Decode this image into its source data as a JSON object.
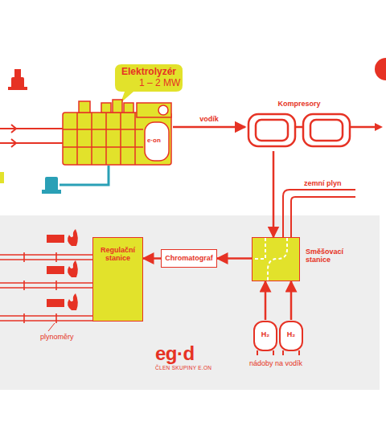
{
  "diagram": {
    "nodes": [
      {
        "text": [
          "Elektrolyzér",
          "1 – 2 MW"
        ]
      },
      {
        "text": [
          "e·on"
        ]
      },
      {
        "text": [
          "Kompresory"
        ]
      },
      {
        "text": [
          "eg·d",
          "ČLEN SKUPINY E.ON"
        ]
      },
      {
        "text": [
          "Regulační stanice"
        ],
        "in": 3
      },
      {
        "text": [
          "Chromatograf"
        ],
        "in": 3
      },
      {
        "text": [
          "Směšovací stanice"
        ],
        "in": 3
      },
      {
        "text": [
          "H₂"
        ],
        "in": 3
      },
      {
        "text": [
          "H₂"
        ],
        "in": 3
      }
    ],
    "edges": [
      {
        "from": 1,
        "to": 2,
        "arrow": "to",
        "label": "vodík"
      },
      {
        "from": 2,
        "to": 6,
        "arrow": "to"
      },
      {
        "from": 6,
        "to": 5,
        "arrow": "to"
      },
      {
        "from": 5,
        "to": 4,
        "arrow": "to"
      },
      {
        "from": 7,
        "to": 6,
        "arrow": "to"
      },
      {
        "from": 8,
        "to": 6,
        "arrow": "to"
      }
    ],
    "labels": [
      "zemní plyn",
      "nádoby na vodík",
      "plynoměry"
    ]
  }
}
